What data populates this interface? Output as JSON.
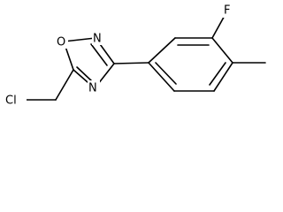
{
  "structure": {
    "atoms": {
      "cl": "Cl",
      "o": "O",
      "n_top": "N",
      "n_bottom": "N",
      "f": "F"
    },
    "colors": {
      "bond": "#000000",
      "label": "#000000",
      "background": "#ffffff"
    }
  }
}
